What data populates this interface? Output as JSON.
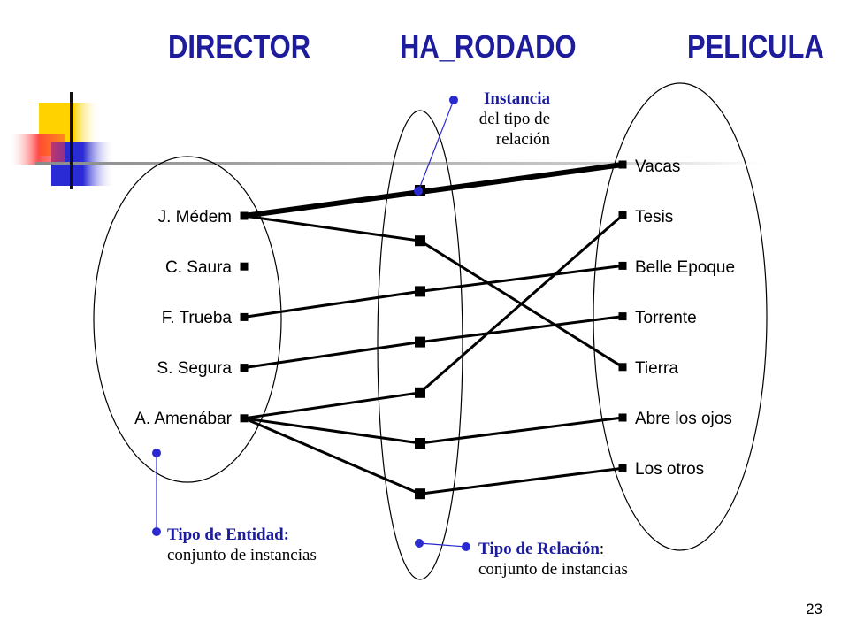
{
  "headers": {
    "entity_a": "DIRECTOR",
    "relation": "HA_RODADO",
    "entity_b": "PELICULA"
  },
  "directors": [
    "J. Médem",
    "C. Saura",
    "F. Trueba",
    "S. Segura",
    "A. Amenábar"
  ],
  "films": [
    "Vacas",
    "Tesis",
    "Belle Epoque",
    "Torrente",
    "Tierra",
    "Abre los ojos",
    "Los otros"
  ],
  "annotations": {
    "instance": {
      "title": "Instancia",
      "line1": "del tipo de",
      "line2": "relación"
    },
    "entity_type": {
      "title": "Tipo de Entidad:",
      "subtitle": "conjunto de instancias"
    },
    "relation_type": {
      "title": "Tipo de Relación",
      "colon": ":",
      "subtitle": "conjunto de instancias"
    }
  },
  "relationships": [
    {
      "director": "J. Médem",
      "film": "Vacas"
    },
    {
      "director": "J. Médem",
      "film": "Tierra"
    },
    {
      "director": "F. Trueba",
      "film": "Belle Epoque"
    },
    {
      "director": "S. Segura",
      "film": "Torrente"
    },
    {
      "director": "A. Amenábar",
      "film": "Tesis"
    },
    {
      "director": "A. Amenábar",
      "film": "Abre los ojos"
    },
    {
      "director": "A. Amenábar",
      "film": "Los otros"
    }
  ],
  "highlighted_relationship": {
    "director": "J. Médem",
    "film": "Vacas"
  },
  "colors": {
    "title": "#1c1c9c",
    "dot": "#2a2ad0",
    "line": "#000000",
    "deco_yellow": "#ffd200",
    "deco_red": "#ff3b3b",
    "deco_blue": "#2b2bd6"
  },
  "page_number": "23"
}
